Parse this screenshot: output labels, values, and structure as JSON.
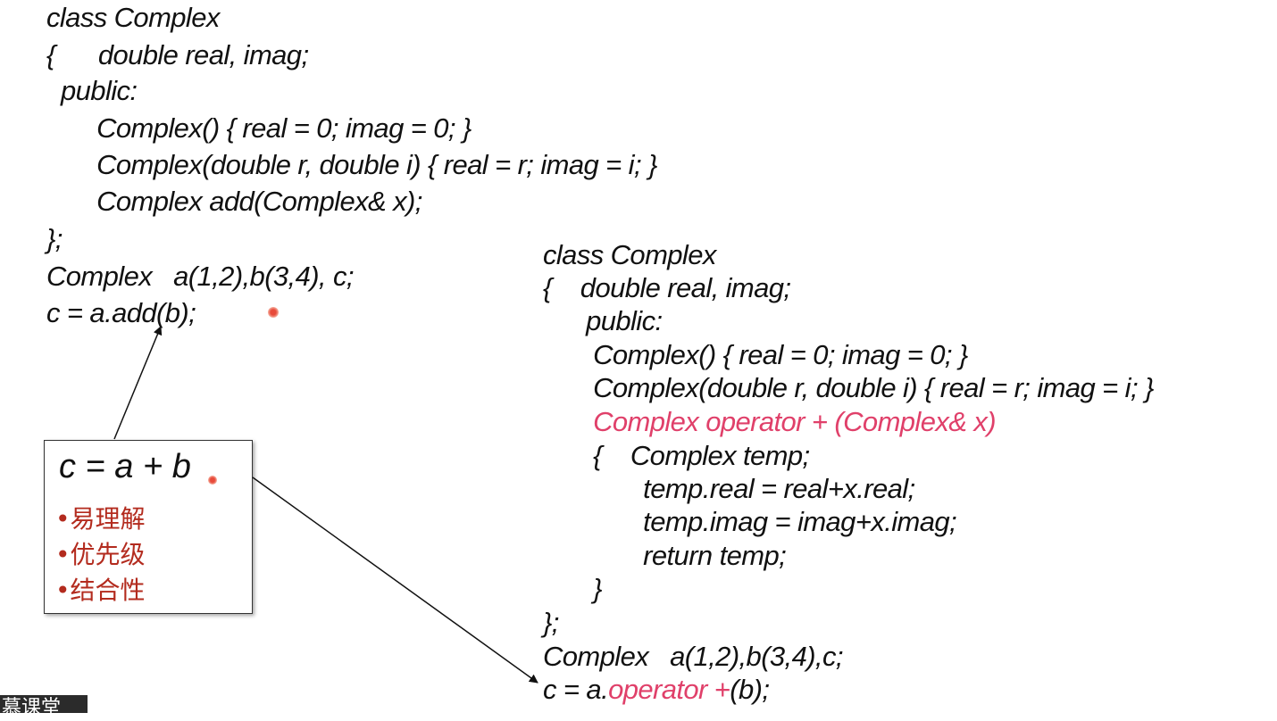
{
  "left_code": [
    "class Complex",
    "{      double real, imag;",
    "  public:",
    "       Complex() { real = 0; imag = 0; }",
    "       Complex(double r, double i) { real = r; imag = i; }",
    "       Complex add(Complex& x);",
    "};",
    "Complex   a(1,2),b(3,4), c;",
    "c = a.add(b);"
  ],
  "right_code": {
    "line1": "class Complex",
    "line2": "{    double real, imag;",
    "line3": "      public:",
    "line4": "       Complex() { real = 0; imag = 0; }",
    "line5": "       Complex(double r, double i) { real = r; imag = i; }",
    "line6_highlight": "       Complex operator + (Complex& x)",
    "line7": "       {    Complex temp;",
    "line8": "              temp.real = real+x.real;",
    "line9": "              temp.imag = imag+x.imag;",
    "line10": "              return temp;",
    "line11": "       }",
    "line12": "};",
    "line13": "Complex   a(1,2),b(3,4),c;",
    "line14_prefix": "c = a.",
    "line14_highlight": "operator +",
    "line14_suffix": "(b);"
  },
  "callout": {
    "expression": "c = a + b",
    "bullets": [
      "•易理解",
      "•优先级",
      "•结合性"
    ]
  },
  "corner_tag": "慕课堂",
  "colors": {
    "highlight": "#e0406a",
    "bullet": "#b32b1e",
    "text": "#111111"
  }
}
